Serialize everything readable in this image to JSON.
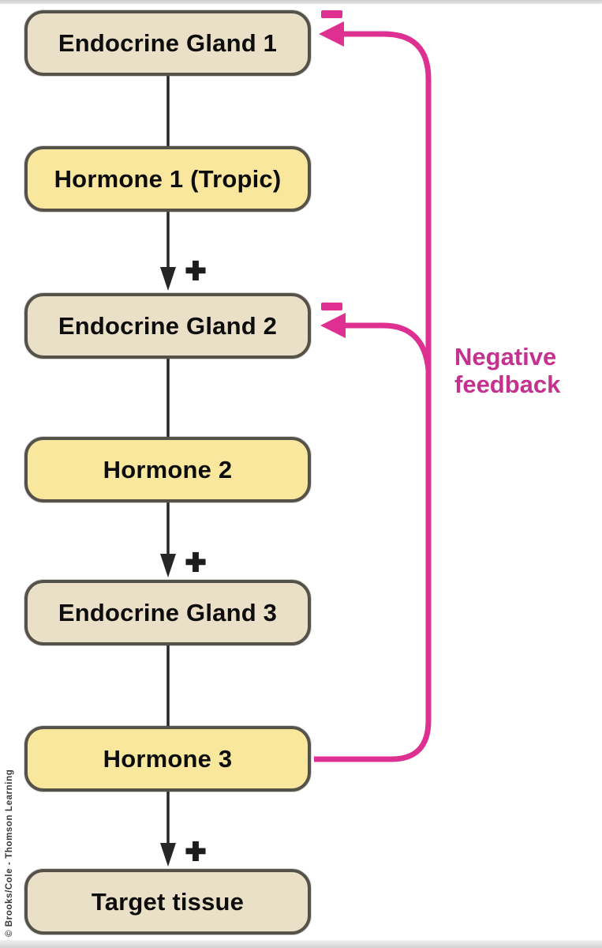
{
  "diagram": {
    "nodes": [
      {
        "label": "Endocrine Gland 1",
        "kind": "gland"
      },
      {
        "label": "Hormone 1 (Tropic)",
        "kind": "hormone"
      },
      {
        "label": "Endocrine Gland 2",
        "kind": "gland"
      },
      {
        "label": "Hormone 2",
        "kind": "hormone"
      },
      {
        "label": "Endocrine Gland 3",
        "kind": "gland"
      },
      {
        "label": "Hormone 3",
        "kind": "hormone"
      },
      {
        "label": "Target tissue",
        "kind": "gland"
      }
    ],
    "plus_sign": "+",
    "inhibition_sign": "−",
    "feedback": {
      "line1": "Negative",
      "line2": "feedback"
    },
    "credit": "© Brooks/Cole - Thomson Learning",
    "colors": {
      "gland_fill": "#eadfc7",
      "hormone_fill": "#f8e79c",
      "box_border": "#55524a",
      "flow_arrow_black": "#262626",
      "feedback_pink_line": "#dd3090",
      "feedback_pink_text": "#c5318f",
      "background": "#ffffff",
      "edge_strip": "#d9d9d9"
    }
  }
}
